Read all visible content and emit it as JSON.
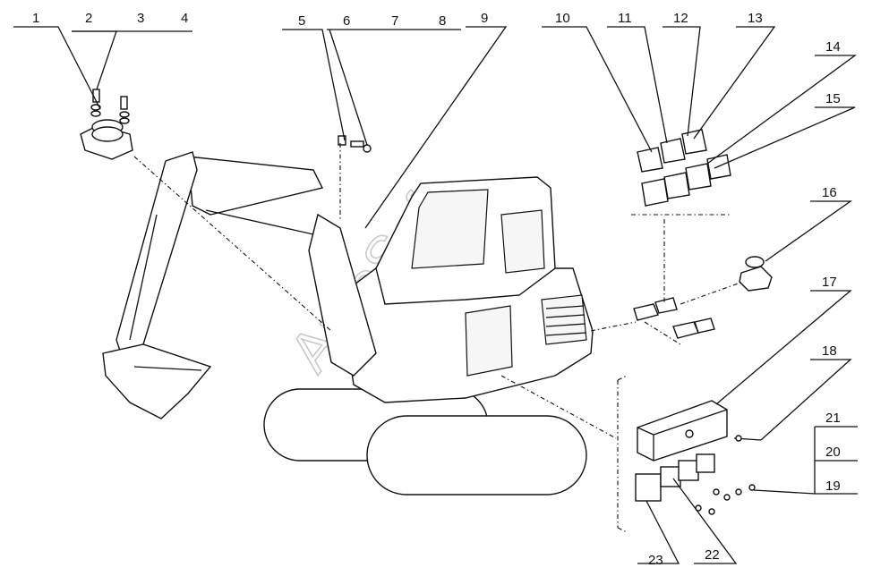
{
  "watermark": "AutoSoft",
  "callouts": [
    "1",
    "2",
    "3",
    "4",
    "5",
    "6",
    "7",
    "8",
    "9",
    "10",
    "11",
    "12",
    "13",
    "14",
    "15",
    "16",
    "17",
    "18",
    "19",
    "20",
    "21",
    "22",
    "23"
  ]
}
